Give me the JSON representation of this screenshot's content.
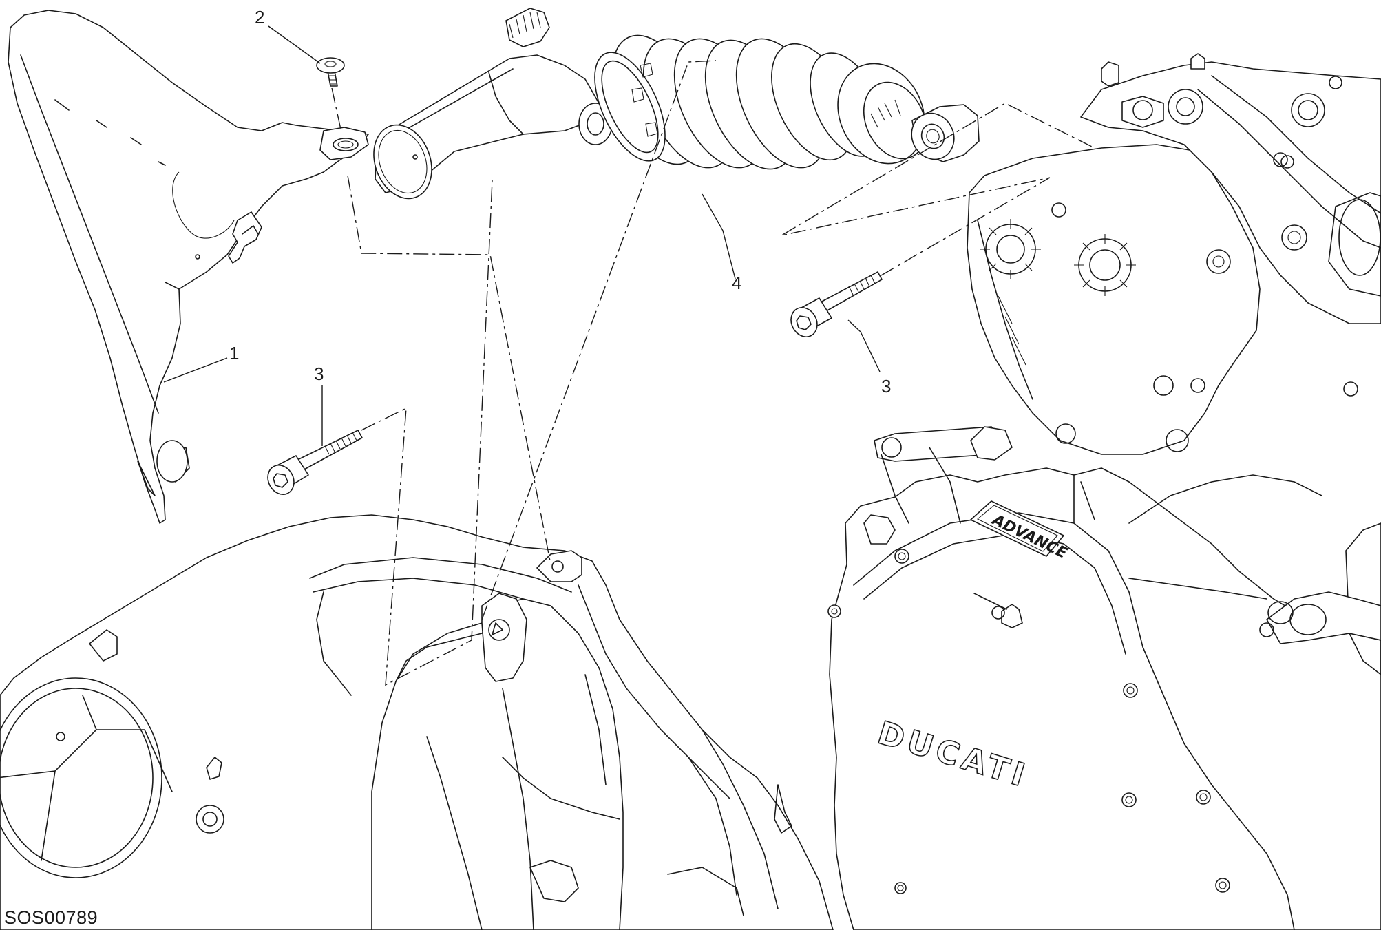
{
  "diagram": {
    "drawing_code": "SOS00789",
    "engine_brand": "DUCATI",
    "plate_text": "ADVANCE",
    "callouts": [
      {
        "id": "1"
      },
      {
        "id": "2"
      },
      {
        "id": "3"
      },
      {
        "id": "3"
      },
      {
        "id": "4"
      }
    ]
  },
  "colors": {
    "line": "#1a1a1a",
    "background": "#ffffff"
  },
  "icons": [
    "hugger-fender",
    "screw-icon",
    "cap-screw-icon",
    "rear-shock-absorber",
    "swingarm",
    "engine"
  ]
}
